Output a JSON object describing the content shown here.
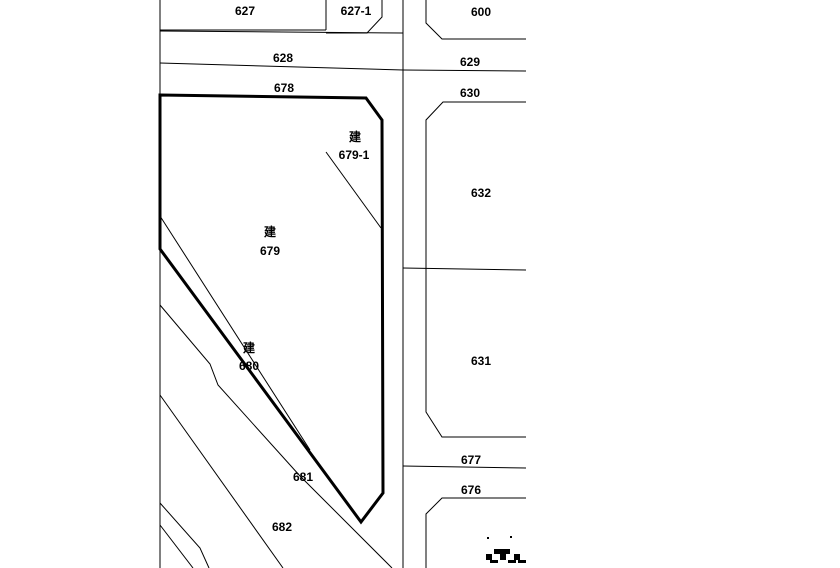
{
  "parcels": {
    "p627": "627",
    "p627_1": "627-1",
    "p600": "600",
    "p628": "628",
    "p629": "629",
    "p678": "678",
    "p630": "630",
    "p679_1_use": "建",
    "p679_1": "679-1",
    "p632": "632",
    "p679_use": "建",
    "p679": "679",
    "p680_use": "建",
    "p680": "680",
    "p631": "631",
    "p677": "677",
    "p681": "681",
    "p676": "676",
    "p682": "682"
  }
}
